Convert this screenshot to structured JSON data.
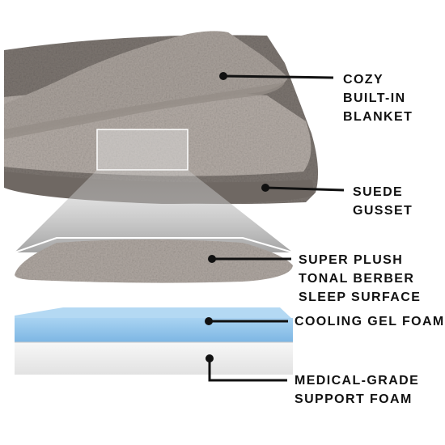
{
  "callouts": {
    "blanket": {
      "lines": [
        "COZY",
        "BUILT-IN",
        "BLANKET"
      ]
    },
    "gusset": {
      "lines": [
        "SUEDE",
        "GUSSET"
      ]
    },
    "surface": {
      "lines": [
        "SUPER PLUSH",
        "TONAL BERBER",
        "SLEEP SURFACE"
      ]
    },
    "gel": {
      "lines": [
        "COOLING GEL FOAM"
      ]
    },
    "support": {
      "lines": [
        "MEDICAL-GRADE",
        "SUPPORT FOAM"
      ]
    }
  },
  "colors": {
    "suede": "#7d7671",
    "berber": "#b3aba5",
    "gel_foam": "#8fc3ea",
    "support_foam": "#eeeeee",
    "leader_line": "#111111",
    "text": "#111111"
  }
}
